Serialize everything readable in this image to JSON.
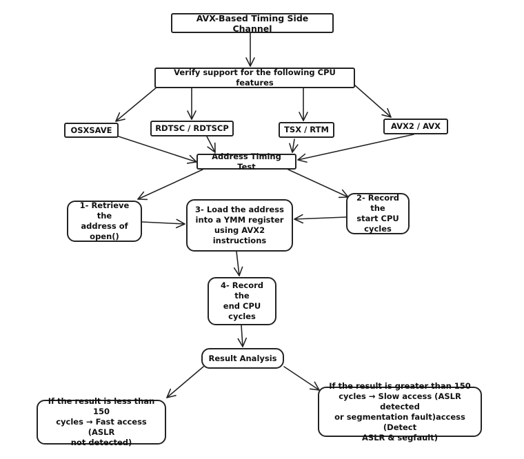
{
  "nodes": {
    "title": "AVX-Based Timing Side Channel",
    "verify": "Verify support for the following CPU features",
    "osxsave": "OSXSAVE",
    "rdtsc": "RDTSC / RDTSCP",
    "tsx": "TSX / RTM",
    "avx": "AVX2 / AVX",
    "timing": "Address Timing Test",
    "step1": "1- Retrieve the\naddress of\nopen()",
    "step3": "3- Load the address\ninto a YMM register\nusing AVX2\ninstructions",
    "step2": "2- Record the\nstart CPU\ncycles",
    "step4": "4- Record the\nend CPU\ncycles",
    "analysis": "Result Analysis",
    "fast": "If the result is less than 150\ncycles → Fast access (ASLR\nnot detected)",
    "slow": "If the result is greater than 150\ncycles → Slow access (ASLR detected\nor segmentation fault)access (Detect\nASLR & segfault)"
  },
  "colors": {
    "stroke": "#222222",
    "fill": "#ffffff",
    "text": "#111111"
  }
}
